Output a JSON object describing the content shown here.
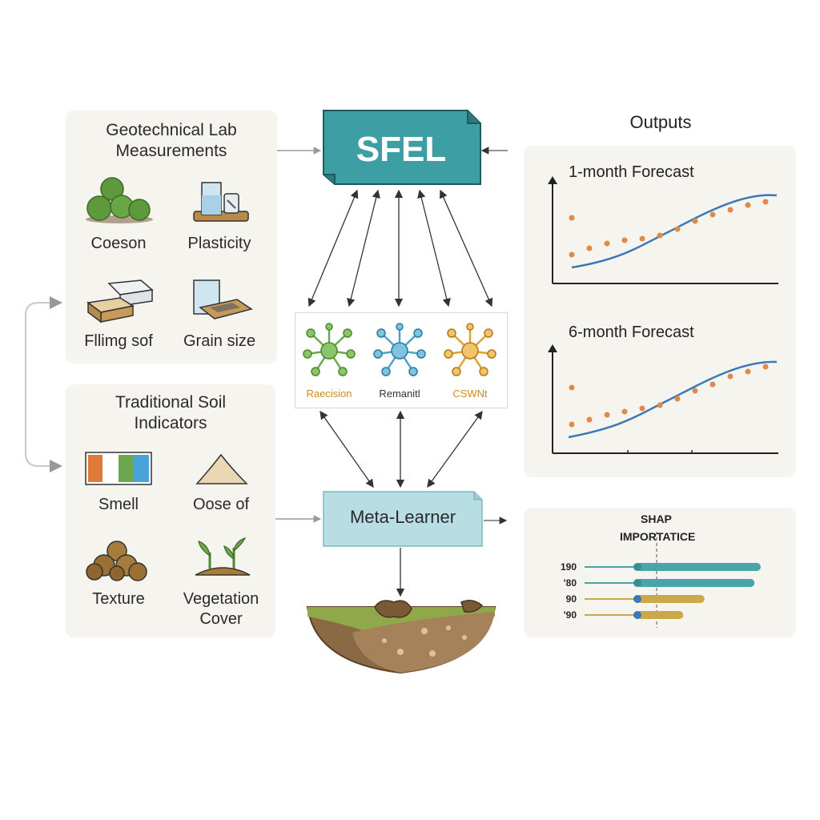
{
  "left_panels": {
    "lab": {
      "title_line1": "Geotechnical Lab",
      "title_line2": "Measurements",
      "items": [
        {
          "label": "Coeson",
          "icon": "soil-clods-icon"
        },
        {
          "label": "Plasticity",
          "icon": "beaker-tray-icon"
        },
        {
          "label": "Fllimg sof",
          "icon": "soil-block-icon"
        },
        {
          "label": "Grain size",
          "icon": "sample-container-icon"
        }
      ]
    },
    "traditional": {
      "title_line1": "Traditional Soil",
      "title_line2": "Indicators",
      "items": [
        {
          "label": "Smell",
          "icon": "color-swatch-icon"
        },
        {
          "label": "Oose of",
          "icon": "soil-mound-icon"
        },
        {
          "label": "Texture",
          "icon": "soil-pile-icon"
        },
        {
          "label": "Vegetation Cover",
          "line1": "Vegetation",
          "line2": "Cover",
          "icon": "seedling-icon"
        }
      ]
    }
  },
  "center": {
    "sfel_label": "SFEL",
    "models": [
      {
        "label": "Raecision",
        "color": "#6aa84f"
      },
      {
        "label": "Remanitl",
        "color": "#4aa3c8"
      },
      {
        "label": "CSWNt",
        "color": "#e0a030"
      }
    ],
    "meta_label": "Meta-Learner"
  },
  "outputs": {
    "title": "Outputs",
    "forecast1": {
      "title": "1-month Forecast"
    },
    "forecast6": {
      "title": "6-month Forecast"
    },
    "shap": {
      "title_line1": "SHAP",
      "title_line2": "IMPORTATICE",
      "rows": [
        {
          "label": "190",
          "value": 1.0,
          "color": "#4aa3a8"
        },
        {
          "label": "'80",
          "value": 0.95,
          "color": "#4aa3a8"
        },
        {
          "label": "90",
          "value": 0.55,
          "color": "#c9a94a"
        },
        {
          "label": "'90",
          "value": 0.38,
          "color": "#c9a94a"
        }
      ]
    }
  },
  "colors": {
    "sfel_fill": "#3d9fa3",
    "meta_fill": "#b8dde3",
    "panel_bg": "#f6f4ef",
    "forecast_line": "#3a78b8",
    "forecast_points": "#e08a4a"
  }
}
